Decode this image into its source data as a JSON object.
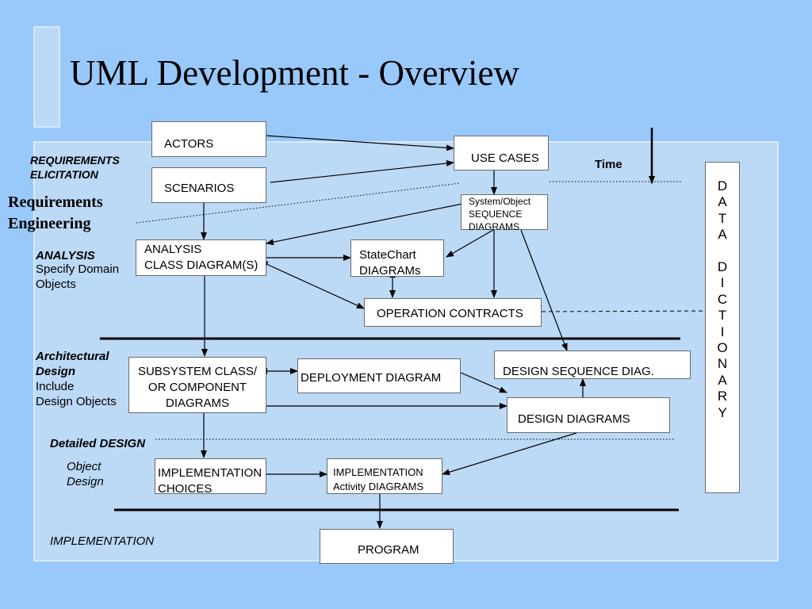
{
  "slide": {
    "title": "UML Development - Overview"
  },
  "side_labels": {
    "requirements_elicitation": "REQUIREMENTS\nELICITATION",
    "requirements_engineering": "Requirements\nEngineering",
    "analysis_title": "ANALYSIS",
    "analysis_desc": "Specify Domain\nObjects",
    "architectural_title": "Architectural\nDesign",
    "architectural_desc": "Include\nDesign Objects",
    "detailed_design": "Detailed DESIGN",
    "object_design": "Object\nDesign",
    "implementation": "IMPLEMENTATION",
    "time": "Time"
  },
  "boxes": {
    "actors": "ACTORS",
    "scenarios": "SCENARIOS",
    "use_cases": "USE CASES",
    "sequence_diagrams": "System/Object\nSEQUENCE\nDIAGRAMS",
    "analysis_class_diagram": "ANALYSIS\nCLASS DIAGRAM(S)",
    "statechart": "StateChart\nDIAGRAMs",
    "operation_contracts": "OPERATION CONTRACTS",
    "subsystem": "SUBSYSTEM CLASS/\nOR COMPONENT\nDIAGRAMS",
    "deployment": "DEPLOYMENT DIAGRAM",
    "design_sequence": "DESIGN SEQUENCE  DIAG.",
    "design_diagrams": "DESIGN  DIAGRAMS",
    "implementation_choices": "IMPLEMENTATION\nCHOICES",
    "implementation_activity": "IMPLEMENTATION\nActivity DIAGRAMS",
    "program": "PROGRAM"
  },
  "data_dictionary": "D\nA\nT\nA\n \nD\nI\nC\nT\nI\nO\nN\nA\nR\nY"
}
